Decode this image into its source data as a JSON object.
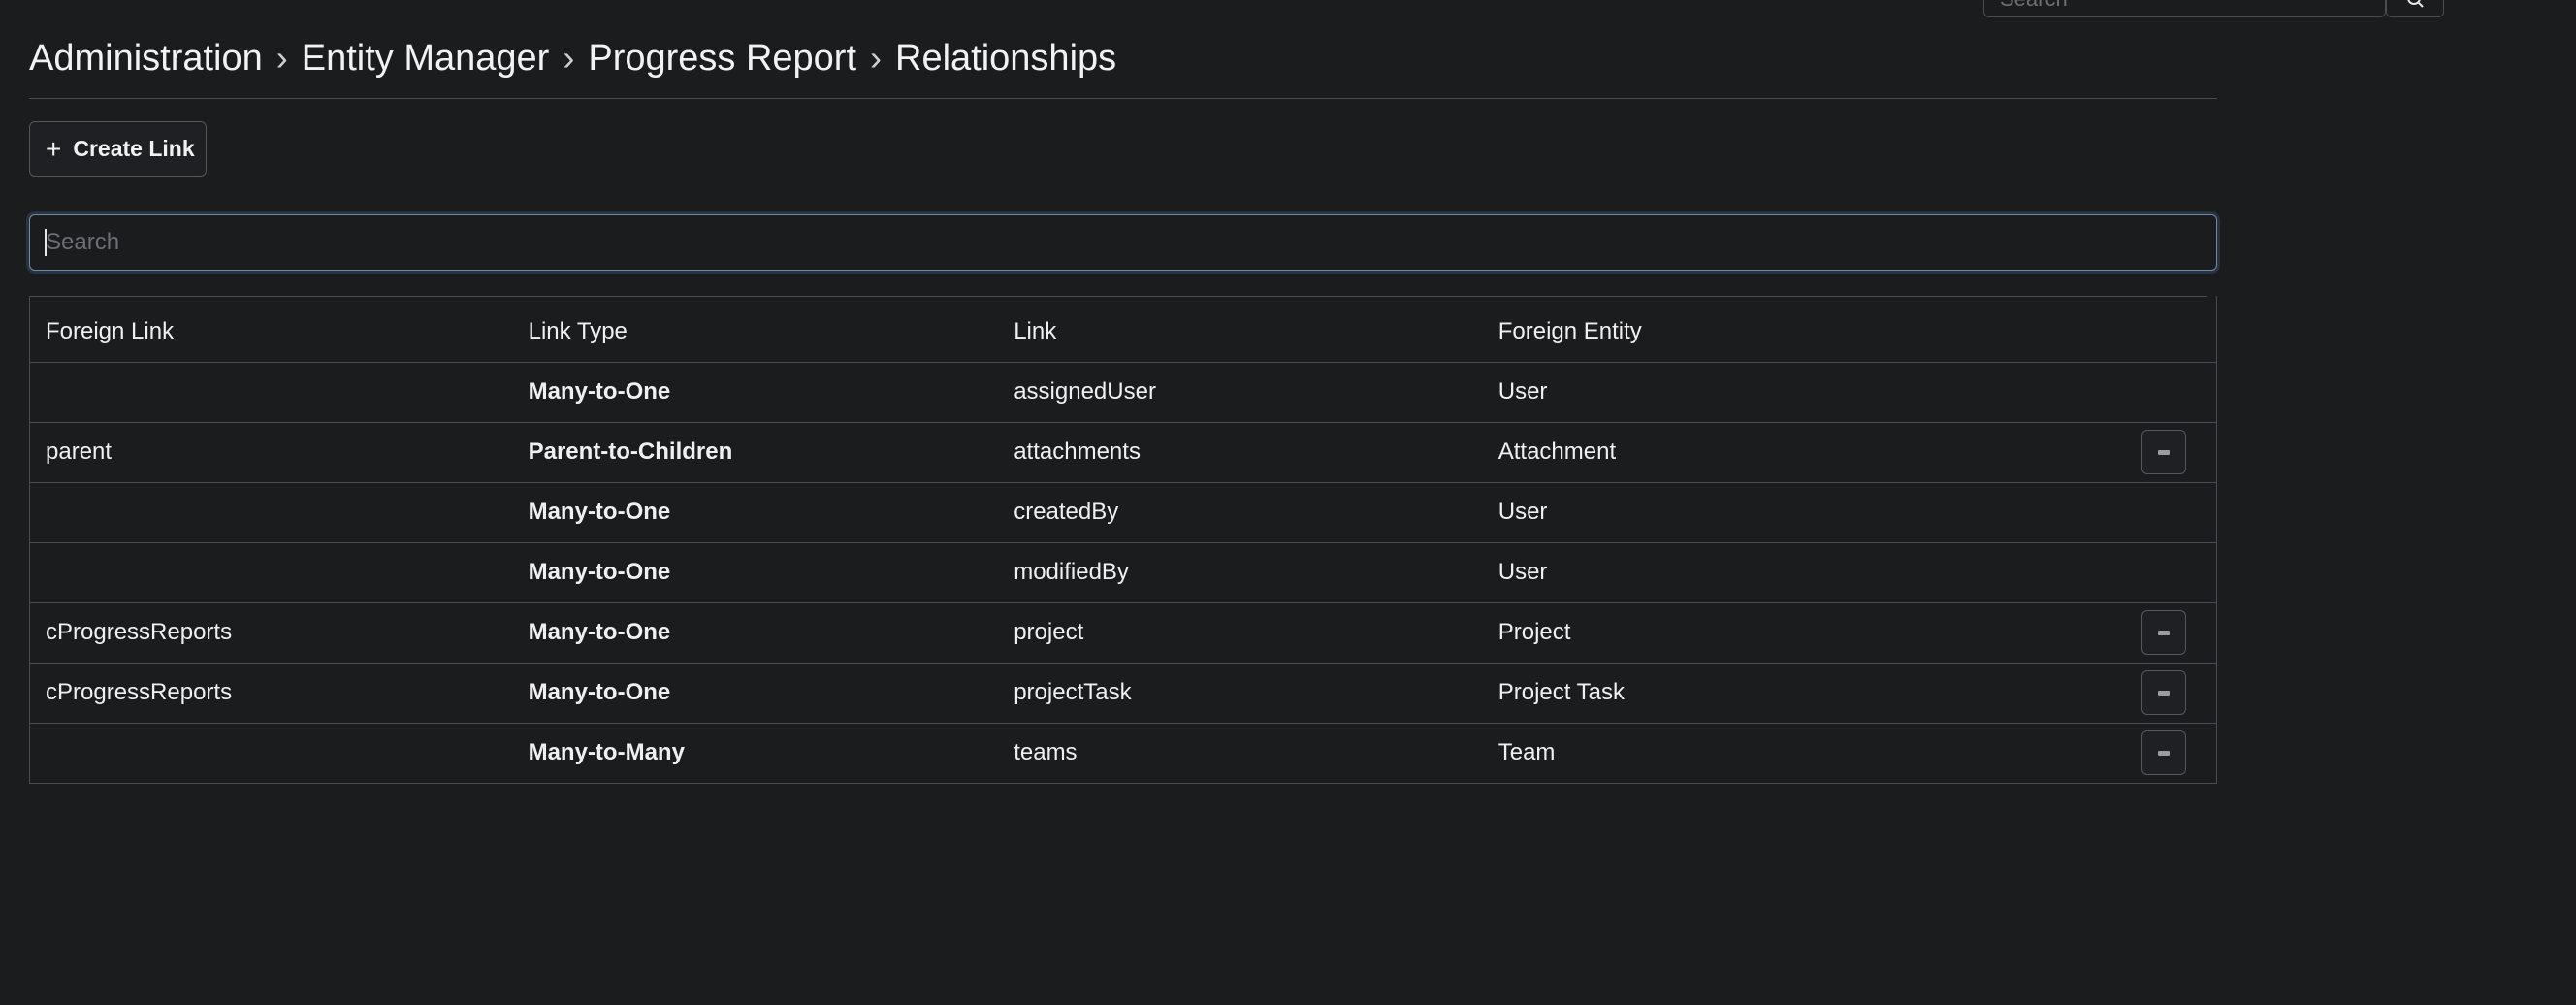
{
  "navbar": {
    "search_placeholder": "Search"
  },
  "breadcrumb": {
    "items": [
      "Administration",
      "Entity Manager",
      "Progress Report",
      "Relationships"
    ],
    "separator": "›"
  },
  "toolbar": {
    "create_label": "Create Link",
    "create_icon": "plus-icon"
  },
  "search": {
    "placeholder": "Search",
    "value": ""
  },
  "table": {
    "headers": [
      "Foreign Link",
      "Link Type",
      "Link",
      "Foreign Entity"
    ],
    "rows": [
      {
        "foreign_link": "",
        "link_type": "Many-to-One",
        "link": "assignedUser",
        "foreign_entity": "User",
        "removable": false
      },
      {
        "foreign_link": "parent",
        "link_type": "Parent-to-Children",
        "link": "attachments",
        "foreign_entity": "Attachment",
        "removable": true
      },
      {
        "foreign_link": "",
        "link_type": "Many-to-One",
        "link": "createdBy",
        "foreign_entity": "User",
        "removable": false
      },
      {
        "foreign_link": "",
        "link_type": "Many-to-One",
        "link": "modifiedBy",
        "foreign_entity": "User",
        "removable": false
      },
      {
        "foreign_link": "cProgressReports",
        "link_type": "Many-to-One",
        "link": "project",
        "foreign_entity": "Project",
        "removable": true
      },
      {
        "foreign_link": "cProgressReports",
        "link_type": "Many-to-One",
        "link": "projectTask",
        "foreign_entity": "Project Task",
        "removable": true
      },
      {
        "foreign_link": "",
        "link_type": "Many-to-Many",
        "link": "teams",
        "foreign_entity": "Team",
        "removable": true
      }
    ]
  },
  "colors": {
    "background": "#1b1c1e",
    "border": "#4a4c50",
    "focus": "#6f8aa8"
  }
}
